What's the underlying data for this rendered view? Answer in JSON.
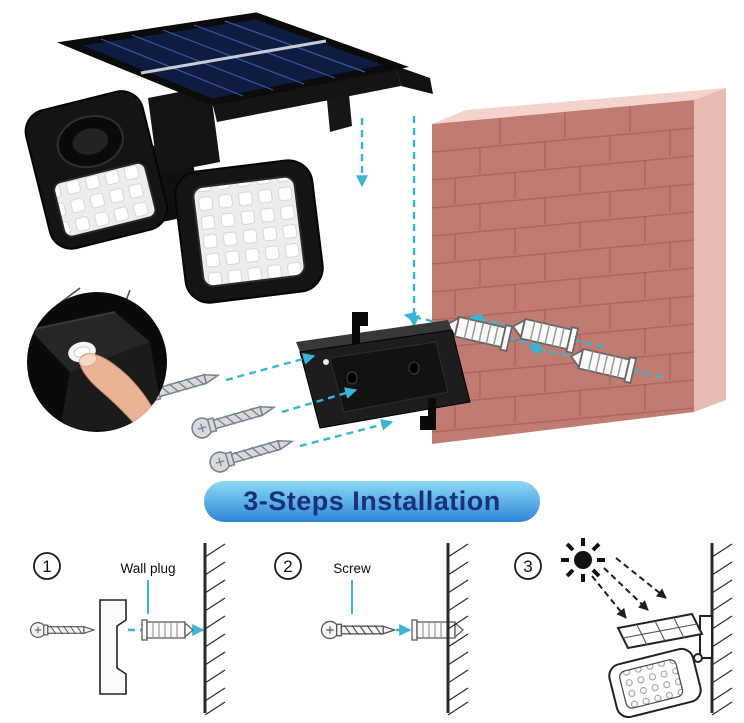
{
  "banner": {
    "title": "3-Steps Installation"
  },
  "steps": [
    {
      "number": "1",
      "label": "Wall plug"
    },
    {
      "number": "2",
      "label": "Screw"
    },
    {
      "number": "3",
      "label": ""
    }
  ],
  "colors": {
    "arrow": "#38b6d8",
    "banner_text": "#16327d",
    "banner_top": "#8ed9f4",
    "banner_bottom": "#2e86d8",
    "wall_front": "#c07b72",
    "wall_top": "#f3d3cc",
    "wall_side": "#e7bcb4",
    "brick_line": "#a2594f",
    "panel_blue": "#0e1c42"
  },
  "icons": {
    "sun-icon": "black starburst",
    "screw-icon": "outlined screw",
    "wall-anchor-icon": "ribbed wall plug",
    "finger-press-icon": "finger pressing lamp power button",
    "insertion-arrow-icon": "dashed cyan arrow",
    "sunlight-arrow-icon": "dashed black arrow"
  }
}
